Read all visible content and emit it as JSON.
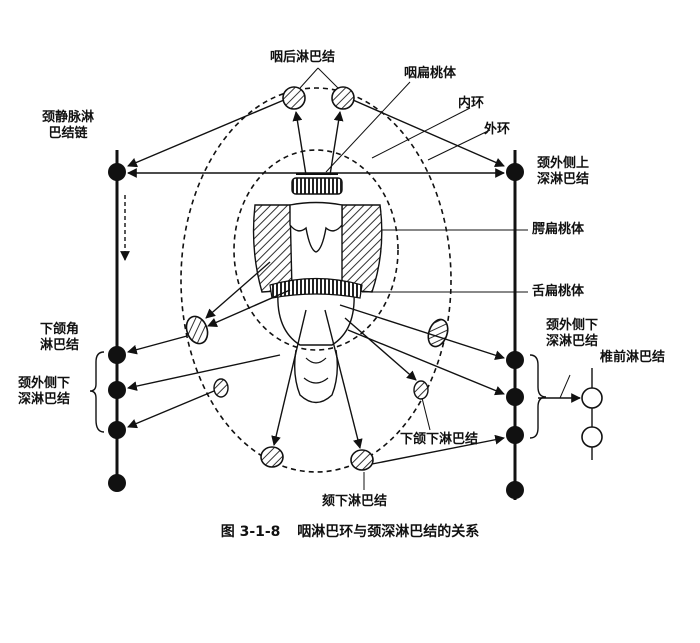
{
  "labels": {
    "retropharyngeal": "咽后淋巴结",
    "pharyngeal_tonsil": "咽扁桃体",
    "inner_ring": "内环",
    "outer_ring": "外环",
    "jugular_chain": "颈静脉淋\n巴结链",
    "upper_deep_right": "颈外侧上\n深淋巴结",
    "palatine_tonsil": "腭扁桃体",
    "lingual_tonsil": "舌扁桃体",
    "mandibular_angle": "下颌角\n淋巴结",
    "lower_deep_left": "颈外侧下\n深淋巴结",
    "lower_deep_right": "颈外侧下\n深淋巴结",
    "prevertebral": "椎前淋巴结",
    "submandibular": "下颌下淋巴结",
    "submental": "颏下淋巴结"
  },
  "caption": {
    "number": "图 3-1-8",
    "text": "咽淋巴环与颈深淋巴结的关系"
  },
  "colors": {
    "ink": "#111111",
    "node_fill": "#111111",
    "hatch_fill": "#555555",
    "background": "#ffffff"
  }
}
